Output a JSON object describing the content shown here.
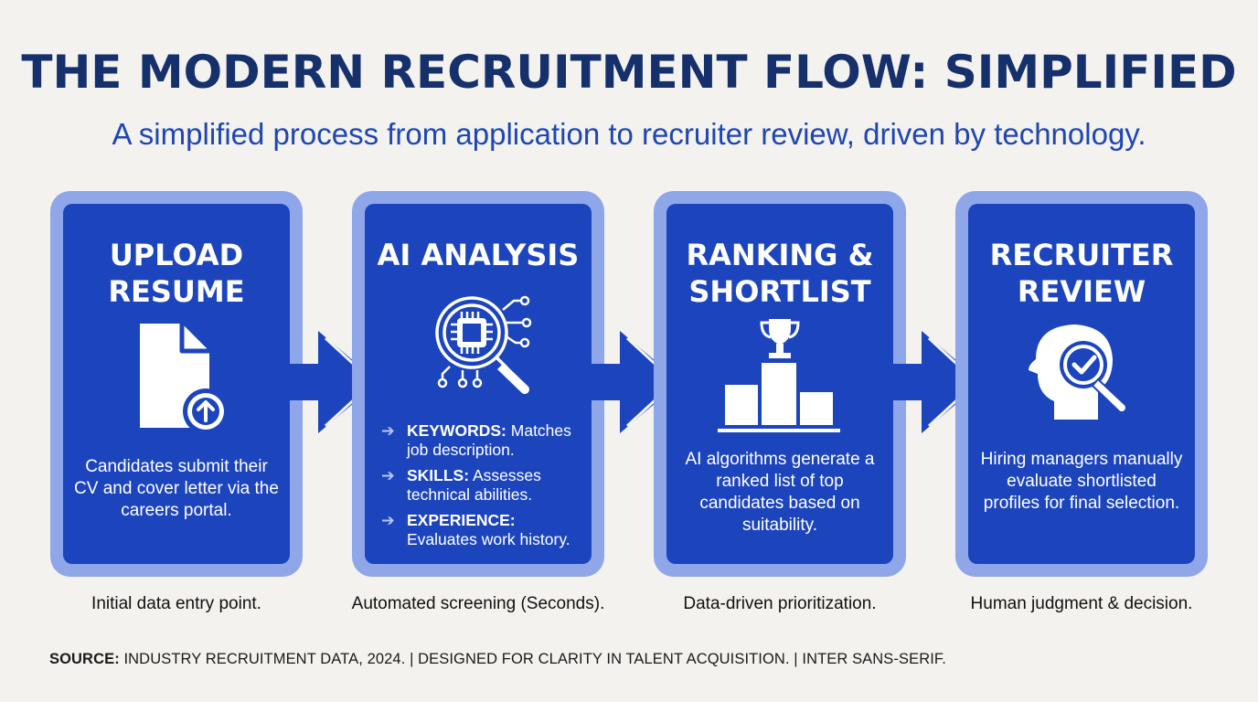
{
  "header": {
    "title": "THE MODERN RECRUITMENT FLOW: SIMPLIFIED",
    "subtitle": "A simplified process from application to recruiter review, driven by technology."
  },
  "colors": {
    "background": "#f3f2ee",
    "title": "#15306b",
    "subtitle": "#1e46b4",
    "card_fill": "#1c45bd",
    "card_border": "#8fa6e8"
  },
  "steps": [
    {
      "title_line1": "UPLOAD",
      "title_line2": "RESUME",
      "icon": "document-upload-icon",
      "description": "Candidates submit their CV and cover letter via the careers portal.",
      "caption": "Initial data entry point."
    },
    {
      "title_line1": "AI ANALYSIS",
      "icon": "ai-chip-magnifier-icon",
      "bullets": [
        {
          "arrow": "➔",
          "key": "KEYWORDS:",
          "text": " Matches job description."
        },
        {
          "arrow": "➔",
          "key": "SKILLS:",
          "text": " Assesses technical abilities."
        },
        {
          "arrow": "➔",
          "key": "EXPERIENCE:",
          "text": " Evaluates work history."
        }
      ],
      "caption": "Automated screening (Seconds)."
    },
    {
      "title_line1": "RANKING &",
      "title_line2": "SHORTLIST",
      "icon": "trophy-podium-icon",
      "description": "AI algorithms generate a ranked list of top candidates based on suitability.",
      "caption": "Data-driven prioritization."
    },
    {
      "title_line1": "RECRUITER",
      "title_line2": "REVIEW",
      "icon": "head-check-magnifier-icon",
      "description": "Hiring managers manually evaluate shortlisted profiles for final selection.",
      "caption": "Human judgment & decision."
    }
  ],
  "footer": {
    "source_label": "SOURCE:",
    "source_text": " INDUSTRY RECRUITMENT DATA, 2024. | DESIGNED FOR CLARITY IN TALENT ACQUISITION. | INTER SANS-SERIF."
  }
}
